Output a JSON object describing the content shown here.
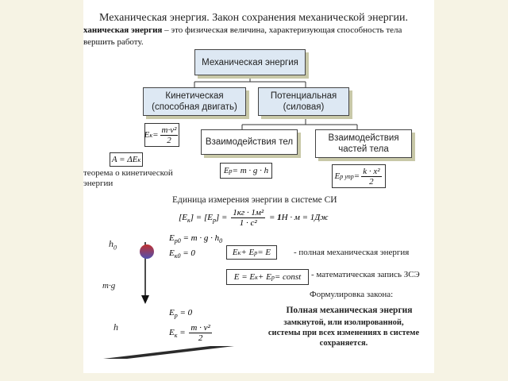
{
  "title": "Механическая энергия. Закон сохранения механической энергии.",
  "definition": {
    "term": "ханическая энергия",
    "rest": " – это физическая величина, характеризующая способность тела",
    "line2": "вершить работу."
  },
  "diagram": {
    "root": "Механическая энергия",
    "kinetic": [
      "Кинетическая",
      "(способная двигать)"
    ],
    "potential": [
      "Потенциальная",
      "(силовая)"
    ],
    "interaction_bodies": "Взаимодействия тел",
    "interaction_parts": [
      "Взаимодействия",
      "частей тела"
    ]
  },
  "theorem": [
    "теорема  о  кинетической",
    "энергии"
  ],
  "si_units_heading": "Единица измерения энергии в системе СИ",
  "labels": {
    "h0": "h",
    "h0_sub": "0",
    "mg": "m·g",
    "h": "h"
  },
  "notes": {
    "total": "- полная механическая энергия",
    "math": "- математическая запись ЗСЭ",
    "formulation_heading": "Формулировка закона:",
    "law_title": "Полная механическая энергия",
    "law_lines": [
      "замкнутой,   или        изолированной,",
      "системы при всех изменениях в системе",
      "сохраняется."
    ]
  },
  "colors": {
    "box_fill": "#dde8f3",
    "shadow": "#c8c8a8",
    "ball_top": "#c03030",
    "ball_bottom": "#5050b0"
  }
}
